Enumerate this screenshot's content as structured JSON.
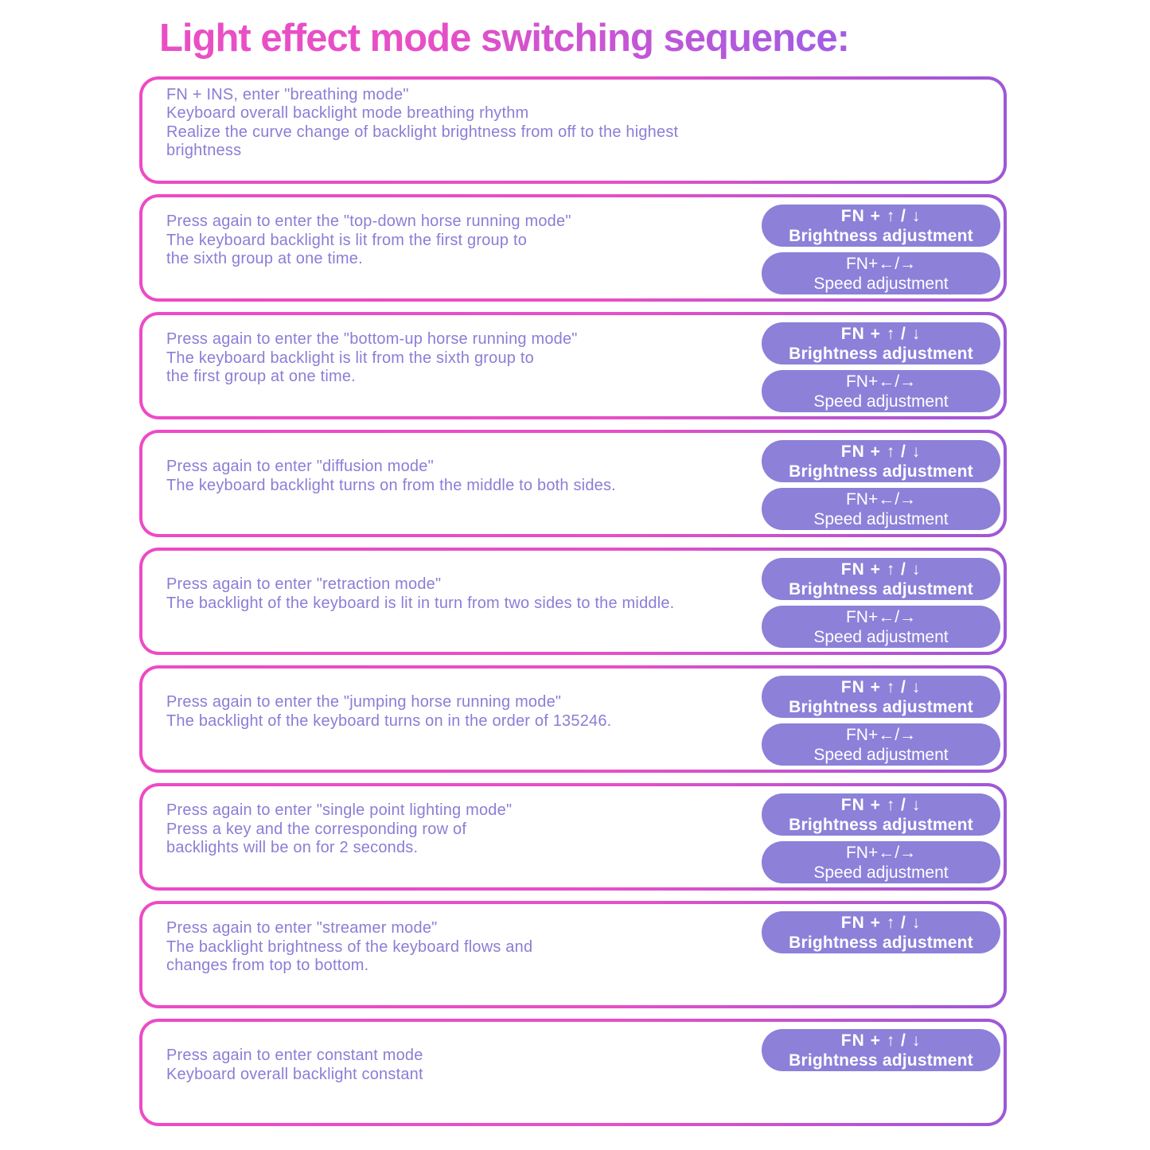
{
  "title": "Light effect mode switching sequence:",
  "colors": {
    "title_gradient_start": "#e94fc5",
    "title_gradient_end": "#a55ce2",
    "card_border_gradient_start": "#ee4ac6",
    "card_border_gradient_end": "#9d58d8",
    "badge_background": "#8c80d9",
    "badge_text": "#ffffff",
    "body_text": "#8a7ed6",
    "page_background": "#ffffff"
  },
  "badges": {
    "brightness": {
      "keys": "FN + ↑ / ↓",
      "label": "Brightness adjustment"
    },
    "speed": {
      "keys": "FN+←/→",
      "label": "Speed adjustment"
    }
  },
  "sections": [
    {
      "lines": [
        "FN + INS, enter \"breathing mode\"",
        "Keyboard overall backlight mode breathing rhythm",
        "Realize the curve change of backlight brightness from off to the highest brightness"
      ],
      "badges": []
    },
    {
      "lines": [
        "Press again to enter the \"top-down horse running mode\"",
        "The keyboard backlight is lit from the first group to",
        "the sixth group at one time."
      ],
      "badges": [
        "brightness",
        "speed"
      ]
    },
    {
      "lines": [
        "Press again to enter the \"bottom-up horse running mode\"",
        "The keyboard backlight is lit from the sixth group to",
        "the first group at one time."
      ],
      "badges": [
        "brightness",
        "speed"
      ]
    },
    {
      "lines": [
        "Press again to enter \"diffusion mode\"",
        "The keyboard backlight turns on from the middle to both sides."
      ],
      "badges": [
        "brightness",
        "speed"
      ]
    },
    {
      "lines": [
        "Press again to enter \"retraction mode\"",
        "The backlight of the keyboard is lit in turn from two sides to the middle."
      ],
      "badges": [
        "brightness",
        "speed"
      ]
    },
    {
      "lines": [
        "Press again to enter the \"jumping horse running mode\"",
        "The backlight of the keyboard turns on in the order of 135246."
      ],
      "badges": [
        "brightness",
        "speed"
      ]
    },
    {
      "lines": [
        "Press again to enter \"single point lighting mode\"",
        "Press a key and the corresponding row of",
        "backlights will be on for 2 seconds."
      ],
      "badges": [
        "brightness",
        "speed"
      ]
    },
    {
      "lines": [
        "Press again to enter \"streamer mode\"",
        "The backlight brightness of the keyboard flows and",
        "changes from top to bottom."
      ],
      "badges": [
        "brightness"
      ]
    },
    {
      "lines": [
        "Press again to enter constant mode",
        "Keyboard overall backlight constant"
      ],
      "badges": [
        "brightness"
      ]
    }
  ]
}
